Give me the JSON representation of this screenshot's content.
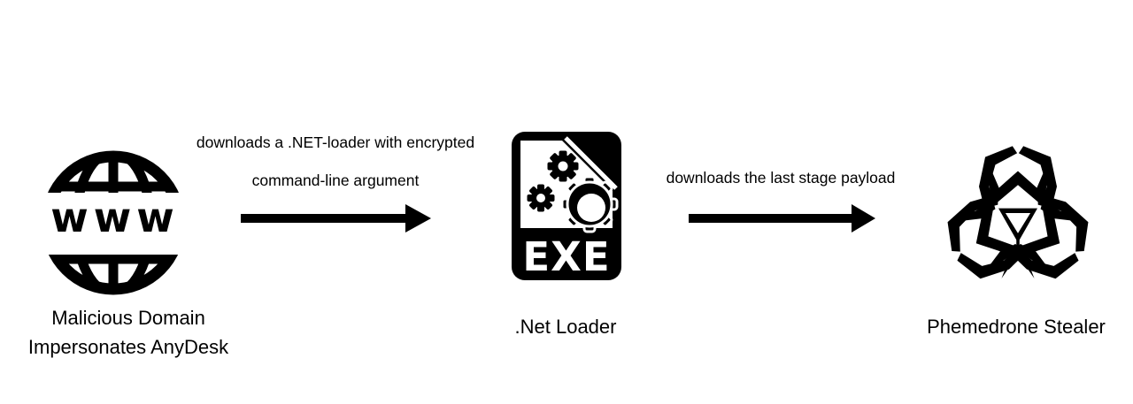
{
  "colors": {
    "background": "#ffffff",
    "ink": "#000000"
  },
  "diagram": {
    "nodes": [
      {
        "icon": "www-globe-icon",
        "icon_text": "www",
        "label_line1": "Malicious Domain",
        "label_line2": "Impersonates AnyDesk"
      },
      {
        "icon": "exe-file-icon",
        "icon_text": "EXE",
        "label_line1": ".Net Loader",
        "label_line2": ""
      },
      {
        "icon": "malware-hazard-icon",
        "label_line1": "Phemedrone Stealer",
        "label_line2": ""
      }
    ],
    "edges": [
      {
        "label_line1": "downloads a .NET-loader with encrypted",
        "label_line2": "command-line argument"
      },
      {
        "label_line1": "downloads the last stage payload",
        "label_line2": ""
      }
    ]
  }
}
